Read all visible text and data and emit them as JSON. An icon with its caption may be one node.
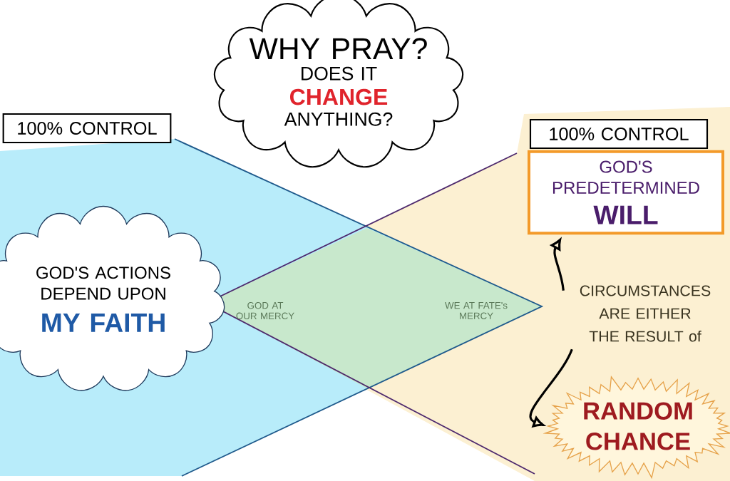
{
  "diagram": {
    "nodes": [
      {
        "text": [
          "WHY PRAY?",
          "DOES IT",
          "CHANGE",
          "ANYTHING?"
        ]
      },
      {
        "text": [
          "100% CONTROL"
        ]
      },
      {
        "text": [
          "GOD'S ACTIONS DEPEND UPON",
          "MY FAITH"
        ]
      },
      {
        "text": [
          "100% CONTROL"
        ]
      },
      {
        "text": [
          "GOD'S PREDETERMINED",
          "WILL"
        ]
      },
      {
        "text": [
          "CIRCUMSTANCES ARE EITHER THE RESULT of"
        ]
      },
      {
        "text": [
          "RANDOM CHANCE"
        ]
      }
    ],
    "edges": [
      {
        "from": 5,
        "to": 4,
        "arrow": "to"
      },
      {
        "from": 5,
        "to": 6,
        "arrow": "to"
      }
    ],
    "labels": [
      "GOD AT OUR MERCY",
      "WE AT FATE's MERCY"
    ]
  }
}
